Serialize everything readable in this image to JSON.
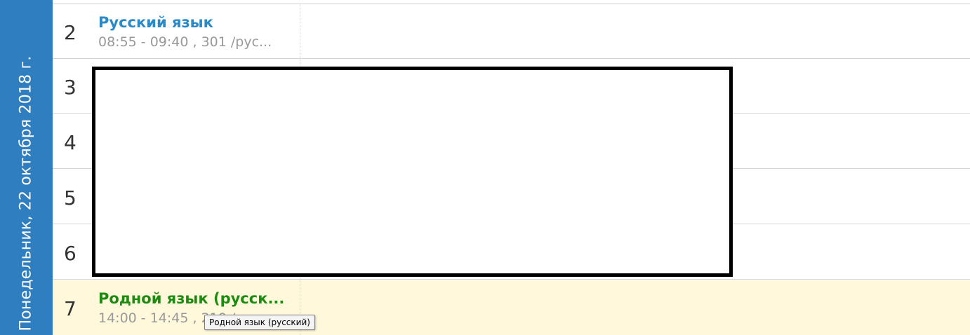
{
  "sidebar": {
    "day_label": "Понедельник, 22 октября 2018 г."
  },
  "lessons": [
    {
      "number": "2",
      "title": "Русский язык",
      "details": "08:55 - 09:40 , 301 /рус..."
    },
    {
      "number": "3"
    },
    {
      "number": "4"
    },
    {
      "number": "5"
    },
    {
      "number": "6"
    },
    {
      "number": "7",
      "title": "Родной язык (русск...",
      "details": "14:00 - 14:45 , 210 /рус..."
    }
  ],
  "tooltip": {
    "text": "Родной язык (русский)"
  },
  "colors": {
    "sidebar_bg": "#2e7ec0",
    "lesson_title_blue": "#2a8ac8",
    "lesson_title_green": "#1d8b12",
    "highlight_row_bg": "#fff8da"
  }
}
